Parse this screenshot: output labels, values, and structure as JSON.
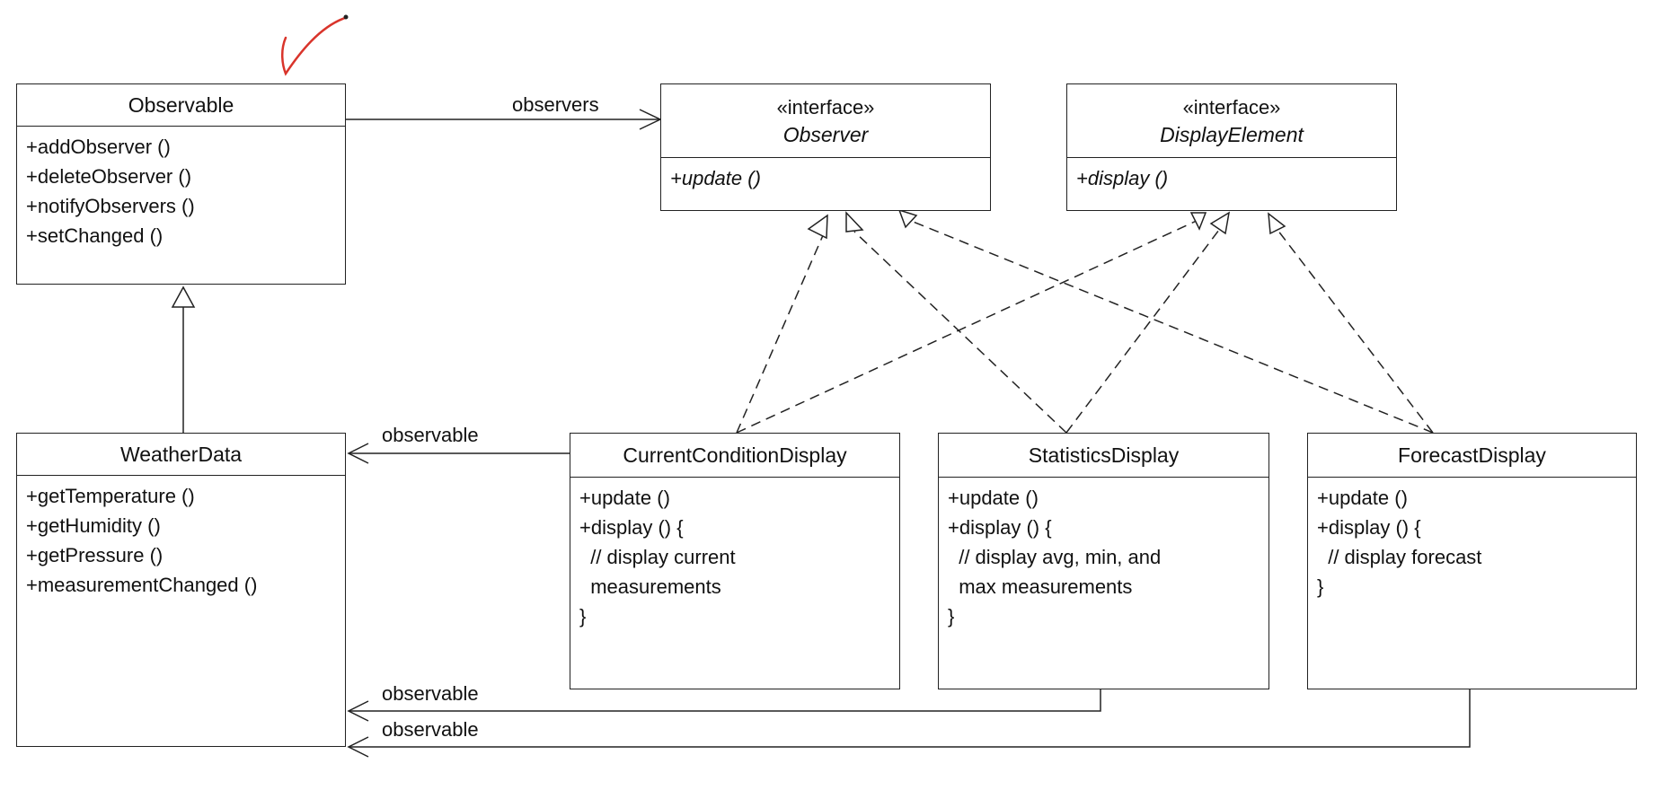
{
  "classes": {
    "observable": {
      "name": "Observable",
      "methods": [
        "+addObserver ()",
        "+deleteObserver ()",
        "+notifyObservers ()",
        "+setChanged ()"
      ]
    },
    "observer": {
      "stereotype": "«interface»",
      "name": "Observer",
      "methods": [
        "+update ()"
      ]
    },
    "display_element": {
      "stereotype": "«interface»",
      "name": "DisplayElement",
      "methods": [
        "+display ()"
      ]
    },
    "weather_data": {
      "name": "WeatherData",
      "methods": [
        "+getTemperature ()",
        "+getHumidity ()",
        "+getPressure ()",
        "+measurementChanged ()"
      ]
    },
    "current_condition_display": {
      "name": "CurrentConditionDisplay",
      "methods": [
        "+update ()",
        "+display () {",
        "  // display current",
        "  measurements",
        "}"
      ]
    },
    "statistics_display": {
      "name": "StatisticsDisplay",
      "methods": [
        "+update ()",
        "+display () {",
        "  // display avg, min, and",
        "  max measurements",
        "}"
      ]
    },
    "forecast_display": {
      "name": "ForecastDisplay",
      "methods": [
        "+update ()",
        "+display () {",
        "  // display forecast",
        "}"
      ]
    }
  },
  "labels": {
    "observers": "observers",
    "observable_1": "observable",
    "observable_2": "observable",
    "observable_3": "observable"
  },
  "colors": {
    "line": "#222222",
    "checkmark": "#d9342b"
  }
}
